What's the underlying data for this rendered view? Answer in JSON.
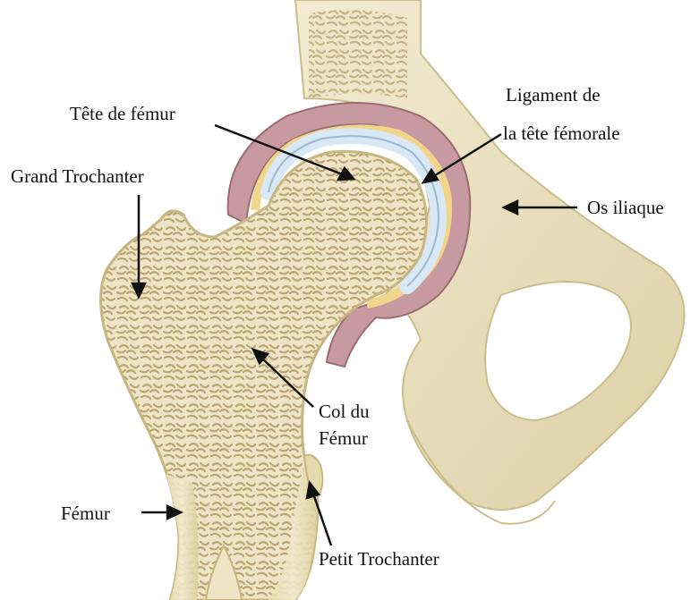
{
  "labels": {
    "femoral_head": "Tête de fémur",
    "ligament_line1": "Ligament de",
    "ligament_line2": "la tête fémorale",
    "greater_trochanter": "Grand Trochanter",
    "iliac_bone": "Os iliaque",
    "neck_line1": "Col du",
    "neck_line2": "Fémur",
    "femur": "Fémur",
    "lesser_trochanter": "Petit Trochanter"
  },
  "colors": {
    "bone": "#ede3c2",
    "bone_shade": "#d8cba0",
    "trabecular": "#c9b98a",
    "cartilage": "#d8e8f4",
    "capsule": "#b98a8a",
    "fat_pad": "#f1d58a",
    "arrow": "#111111"
  }
}
